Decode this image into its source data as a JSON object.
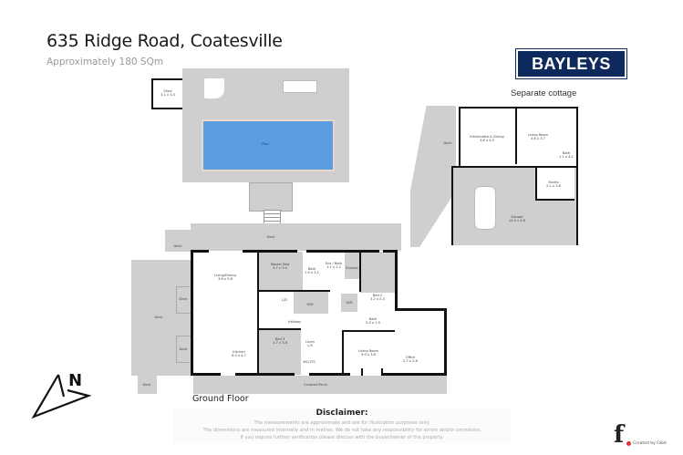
{
  "header": {
    "title": "635 Ridge Road, Coatesville",
    "subtitle": "Approximately 180 SQm",
    "brand_logo": "BAYLEYS",
    "brand_color": "#0e2a5c"
  },
  "cottage": {
    "label": "Separate cottage",
    "rooms": [
      {
        "name": "Kitchenette & Dining",
        "size": "3.6 x 4.5"
      },
      {
        "name": "Living Room",
        "size": "4.6 x 3.7"
      },
      {
        "name": "Bath",
        "size": "1.1 x 4.1"
      },
      {
        "name": "Studio",
        "size": "2.1 x 3.6"
      },
      {
        "name": "Garage",
        "size": "10.0 x 4.8"
      },
      {
        "name": "Deck",
        "size": ""
      }
    ]
  },
  "outdoor": {
    "shed": {
      "name": "Shed",
      "size": "3.1 x 3.4"
    },
    "pool": {
      "name": "Pool",
      "color": "#5b9de0"
    },
    "decks": [
      "Deck",
      "Deck",
      "Deck",
      "Deck",
      "Deck",
      "Deck"
    ],
    "covered_porch": "Covered Porch"
  },
  "main_house": {
    "floor_label": "Ground Floor",
    "rooms": [
      {
        "name": "Living/Dining",
        "size": "3.6 x 5.8"
      },
      {
        "name": "Kitchen",
        "size": "6.3 x 4.7"
      },
      {
        "name": "Master Bed",
        "size": "3.7 x 3.4"
      },
      {
        "name": "Bath",
        "size": "1.9 x 2.1"
      },
      {
        "name": "Ens / Bath",
        "size": "1.1 x 2.2"
      },
      {
        "name": "Ensuite",
        "size": ""
      },
      {
        "name": "L/D",
        "size": ""
      },
      {
        "name": "W/R",
        "size": ""
      },
      {
        "name": "W/R",
        "size": ""
      },
      {
        "name": "Bed 2",
        "size": "3.2 x 4.3"
      },
      {
        "name": "Hallway",
        "size": ""
      },
      {
        "name": "Bath",
        "size": "2.4 x 1.9"
      },
      {
        "name": "Bed 3",
        "size": "3.7 x 3.6"
      },
      {
        "name": "Linen",
        "size": "L/S"
      },
      {
        "name": "WC/LTS",
        "size": ""
      },
      {
        "name": "Living Room",
        "size": "9.0 x 3.6"
      },
      {
        "name": "Office",
        "size": "2.7 x 2.6"
      }
    ]
  },
  "compass": {
    "label": "N"
  },
  "disclaimer": {
    "title": "Disclaimer:",
    "lines": [
      "The measurements are approximate and are for illustration purposes only.",
      "The dimensions are measured internally and in metres. We do not take any responsibility for errors and/or omissions.",
      "If you require further verification please discuss with the buyer/owner of the property."
    ]
  },
  "credit": {
    "logo": "f",
    "text": "Created by Fabit",
    "accent": "#e53030"
  }
}
